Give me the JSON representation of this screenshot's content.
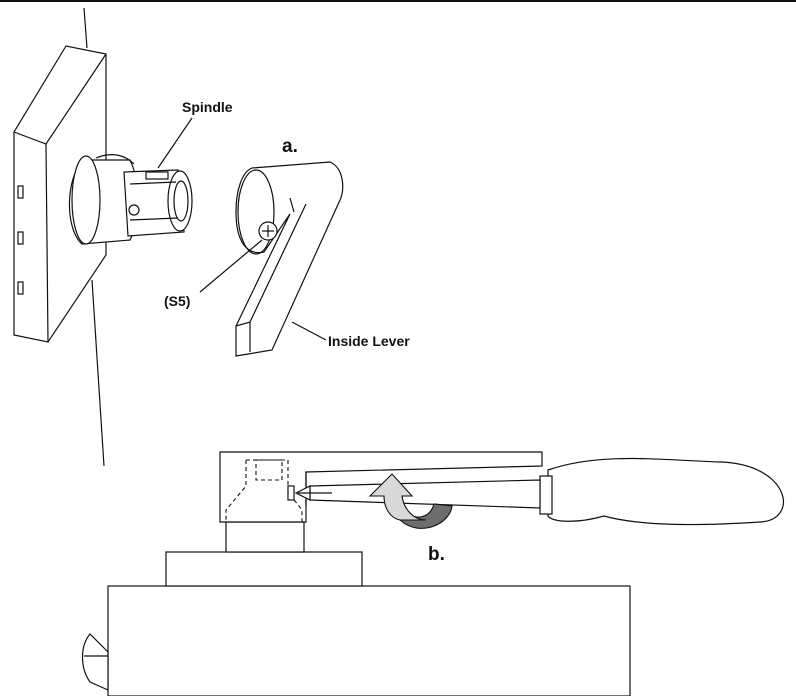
{
  "labels": {
    "spindle": "Spindle",
    "step_a": "a.",
    "screw": "(S5)",
    "inside_lever": "Inside Lever",
    "step_b": "b."
  },
  "colors": {
    "line": "#111111",
    "background": "#ffffff",
    "arrow_light": "#d9d9d9",
    "arrow_dark": "#6e6e6e"
  },
  "icons": {
    "rotation_arrow": "curved-rotate-arrow-icon",
    "screw_head": "phillips-screw-icon"
  }
}
